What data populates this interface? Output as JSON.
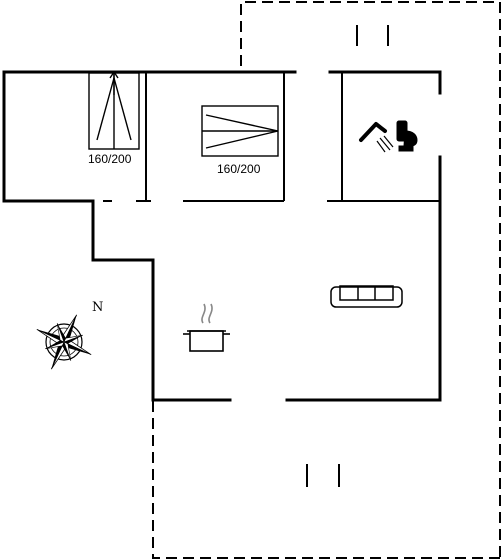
{
  "bed_labels": {
    "bedroom_1": "160/200",
    "bedroom_2": "160/200"
  },
  "compass": {
    "north_label": "N"
  },
  "icons": {
    "bed_1": "single-bed-icon",
    "bed_2": "double-bed-icon",
    "shower": "shower-icon",
    "toilet": "toilet-icon",
    "kitchen": "cooking-pot-icon",
    "living": "sofa-icon",
    "compass": "compass-rose-icon"
  },
  "colors": {
    "wall": "#000000",
    "background": "#ffffff"
  }
}
